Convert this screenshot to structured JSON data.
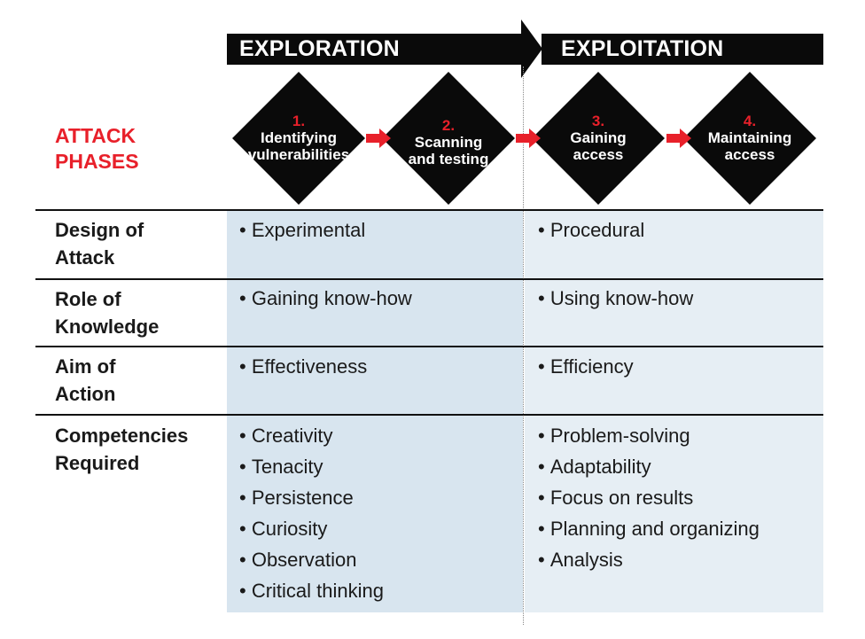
{
  "banners": {
    "exploration": "EXPLORATION",
    "exploitation": "EXPLOITATION"
  },
  "side_title": "ATTACK\nPHASES",
  "phases": [
    {
      "number": "1.",
      "label_line1": "Identifying",
      "label_line2": "vulnerabilities"
    },
    {
      "number": "2.",
      "label_line1": "Scanning",
      "label_line2": "and testing"
    },
    {
      "number": "3.",
      "label_line1": "Gaining",
      "label_line2": "access"
    },
    {
      "number": "4.",
      "label_line1": "Maintaining",
      "label_line2": "access"
    }
  ],
  "rows": [
    {
      "label_line1": "Design of",
      "label_line2": "Attack",
      "exploration": [
        "Experimental"
      ],
      "exploitation": [
        "Procedural"
      ]
    },
    {
      "label_line1": "Role of",
      "label_line2": "Knowledge",
      "exploration": [
        "Gaining know-how"
      ],
      "exploitation": [
        "Using know-how"
      ]
    },
    {
      "label_line1": "Aim of",
      "label_line2": "Action",
      "exploration": [
        "Effectiveness"
      ],
      "exploitation": [
        "Efficiency"
      ]
    },
    {
      "label_line1": "Competencies",
      "label_line2": "Required",
      "exploration": [
        "Creativity",
        "Tenacity",
        "Persistence",
        "Curiosity",
        "Observation",
        "Critical thinking"
      ],
      "exploitation": [
        "Problem-solving",
        "Adaptability",
        "Focus on results",
        "Planning and organizing",
        "Analysis"
      ]
    }
  ],
  "colors": {
    "accent_red": "#e8202a",
    "band_left": "#d8e5ef",
    "band_right": "#e6eef4",
    "black": "#0a0a0a"
  }
}
